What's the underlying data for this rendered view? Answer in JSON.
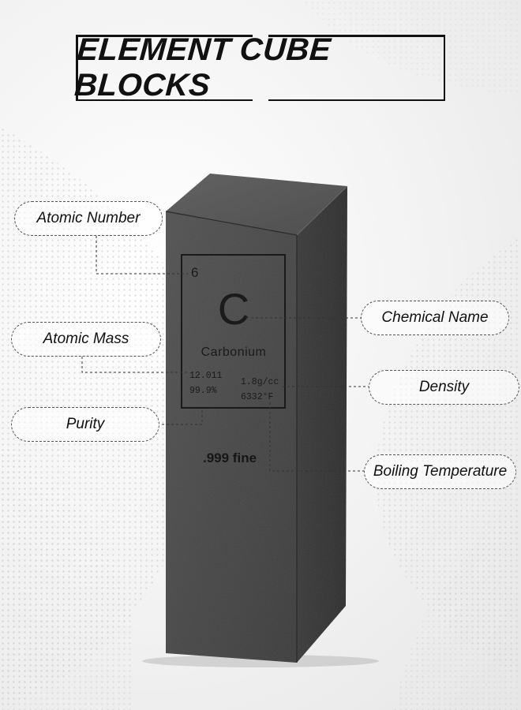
{
  "title": "ELEMENT CUBE BLOCKS",
  "block": {
    "atomic_number": "6",
    "symbol": "C",
    "name": "Carbonium",
    "atomic_mass": "12.011",
    "purity": "99.9%",
    "density": "1.8g/cc",
    "boiling_temperature": "6332°F",
    "fine": ".999 fine"
  },
  "labels": {
    "atomic_number": "Atomic Number",
    "atomic_mass": "Atomic Mass",
    "purity": "Purity",
    "chemical_name": "Chemical Name",
    "density": "Density",
    "boiling_temperature": "Boiling Temperature"
  },
  "colors": {
    "block_face": "#4a4a4a",
    "block_top": "#5a5a5a",
    "block_side": "#3a3a3a",
    "text": "#111111"
  }
}
